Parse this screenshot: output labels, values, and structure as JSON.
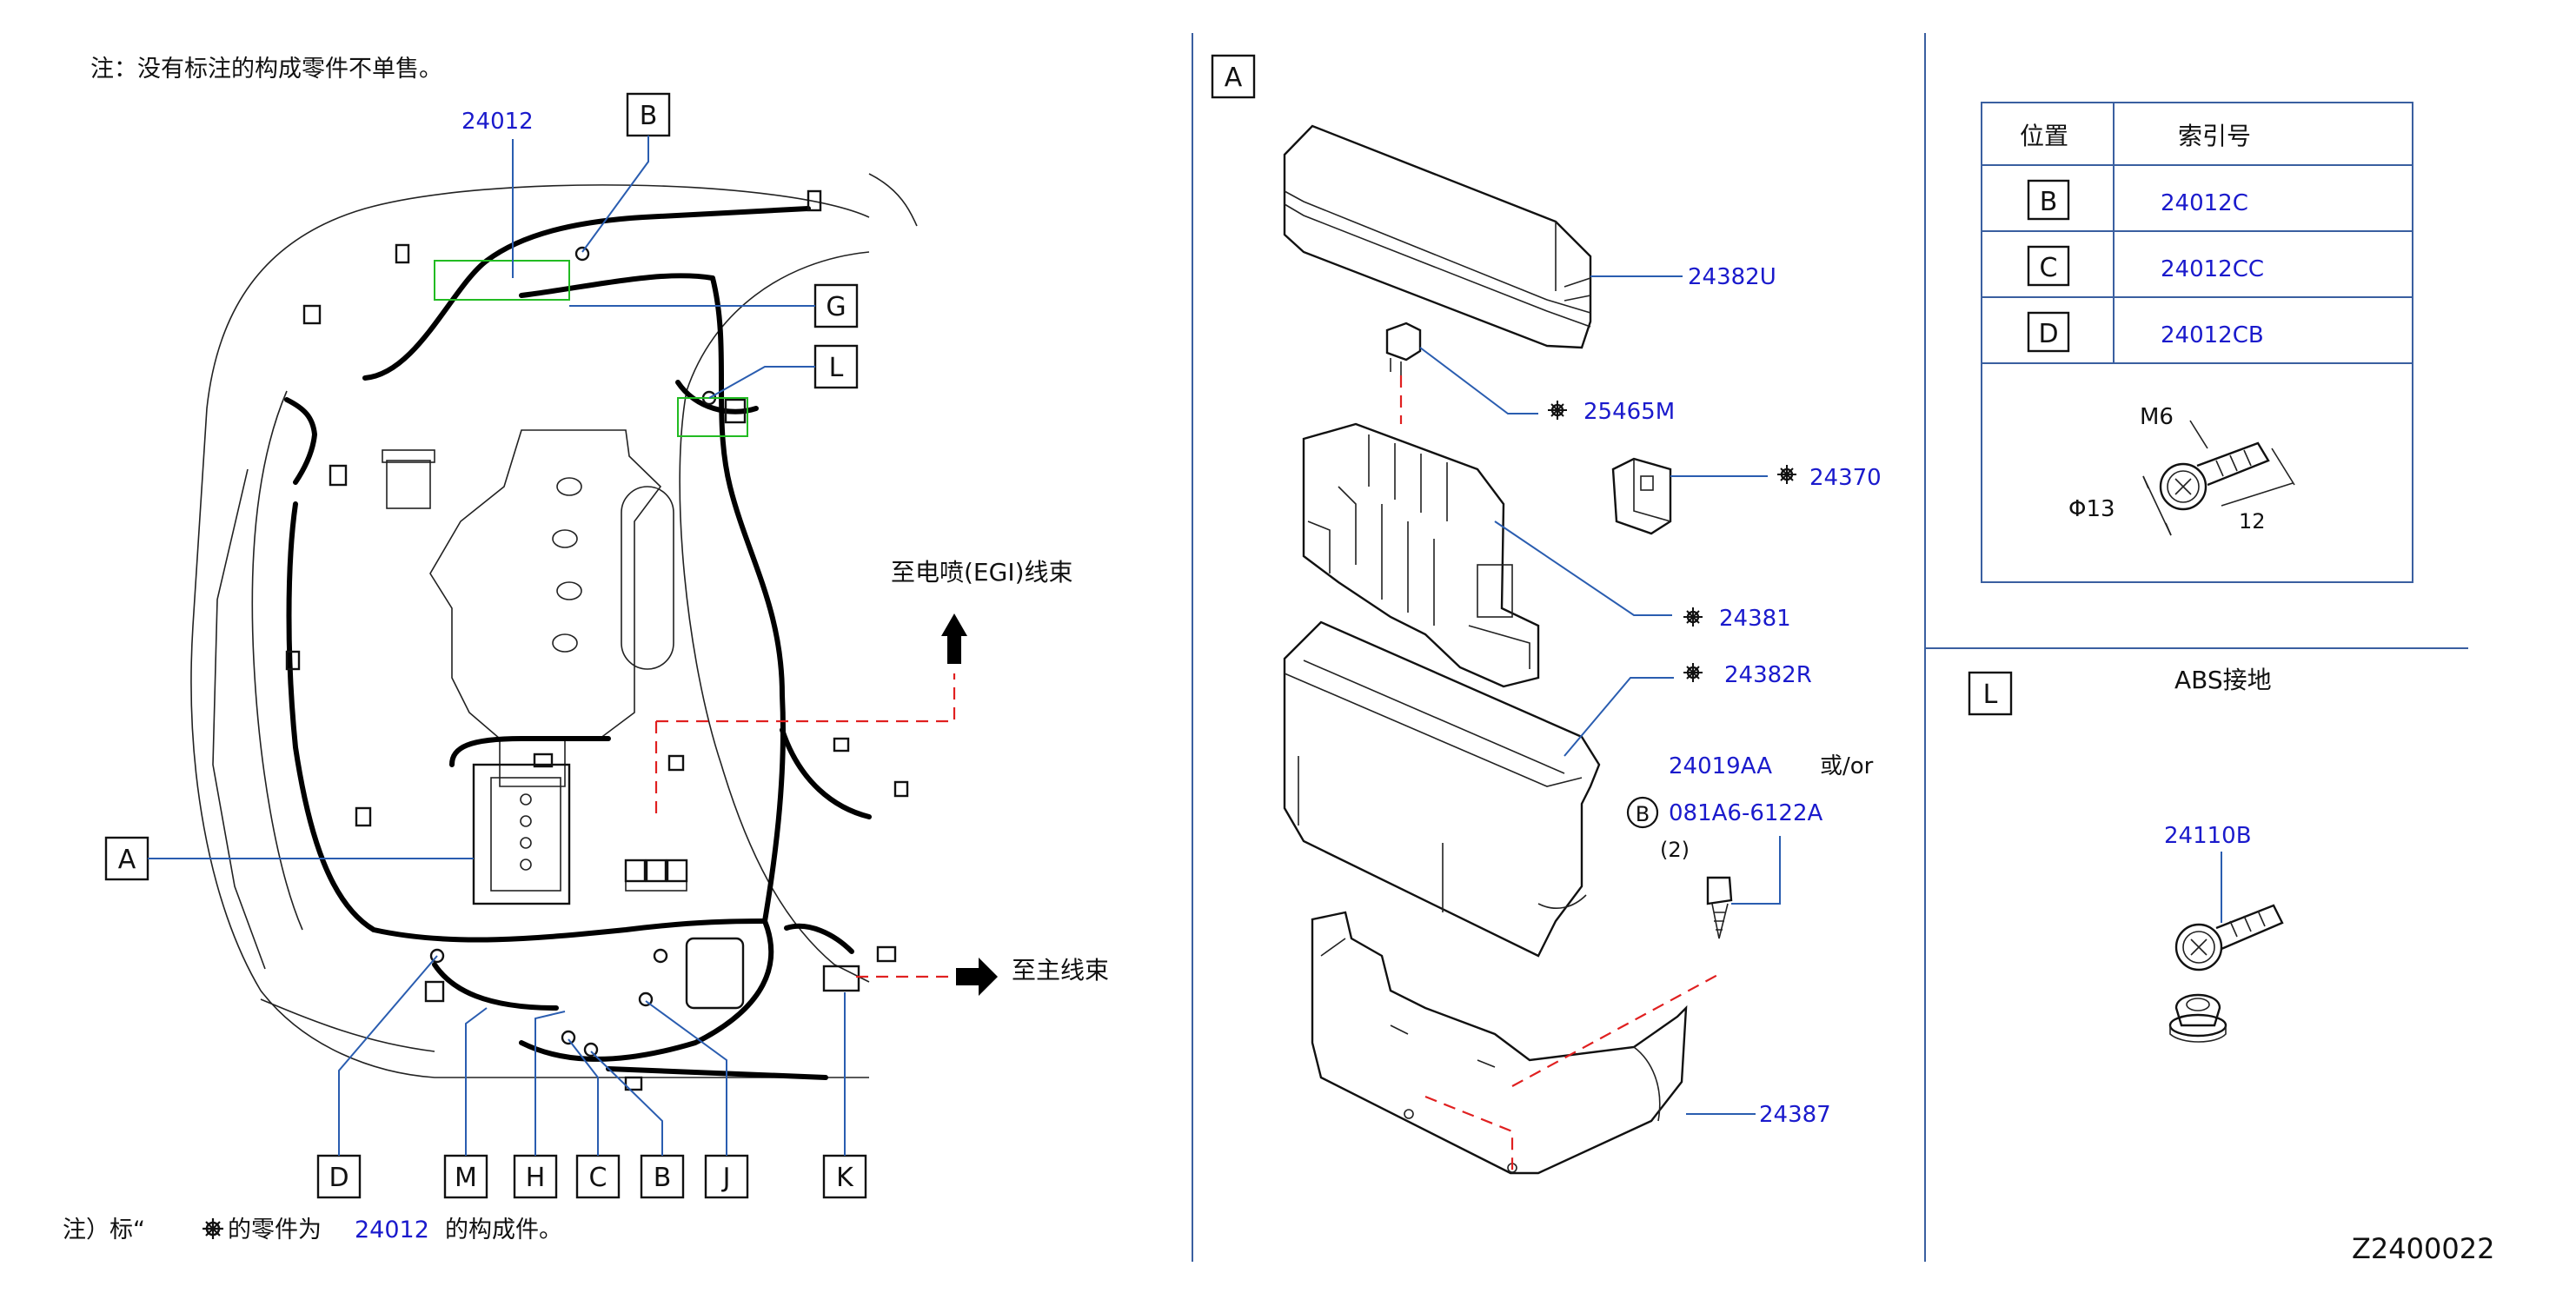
{
  "header_note": "注：没有标注的构成零件不单售。",
  "footer_note": {
    "prefix": "注）标“",
    "middle": "的零件为",
    "part": "24012",
    "suffix": "的构成件。"
  },
  "diagram_id": "Z2400022",
  "main_harness": {
    "part_number": "24012",
    "callouts": [
      "A",
      "B",
      "G",
      "L",
      "D",
      "M",
      "H",
      "C",
      "B",
      "J",
      "K"
    ],
    "to_egi": "至电喷(EGI)线束",
    "to_main": "至主线束"
  },
  "section_a": {
    "letter": "A",
    "parts": {
      "cover": "24382U",
      "fuse": "25465M",
      "fusible_link": "24370",
      "block": "24381",
      "case": "24382R",
      "alt_part": "24019AA",
      "or_text": "或/or",
      "bolt_badge": "B",
      "bolt_part": "081A6-6122A",
      "bolt_qty": "(2)",
      "bracket": "24387"
    }
  },
  "location_table": {
    "headers": [
      "位置",
      "索引号"
    ],
    "rows": [
      {
        "loc": "B",
        "ref": "24012C"
      },
      {
        "loc": "C",
        "ref": "24012CC"
      },
      {
        "loc": "D",
        "ref": "24012CB"
      }
    ],
    "bolt": {
      "thread": "M6",
      "diameter": "Φ13",
      "length": "12"
    }
  },
  "section_l": {
    "letter": "L",
    "title": "ABS接地",
    "part": "24110B"
  },
  "colors": {
    "part_number": "#1a1acc",
    "leader": "#2a5db0",
    "dashed": "#e02020",
    "highlight": "#22bb22"
  }
}
